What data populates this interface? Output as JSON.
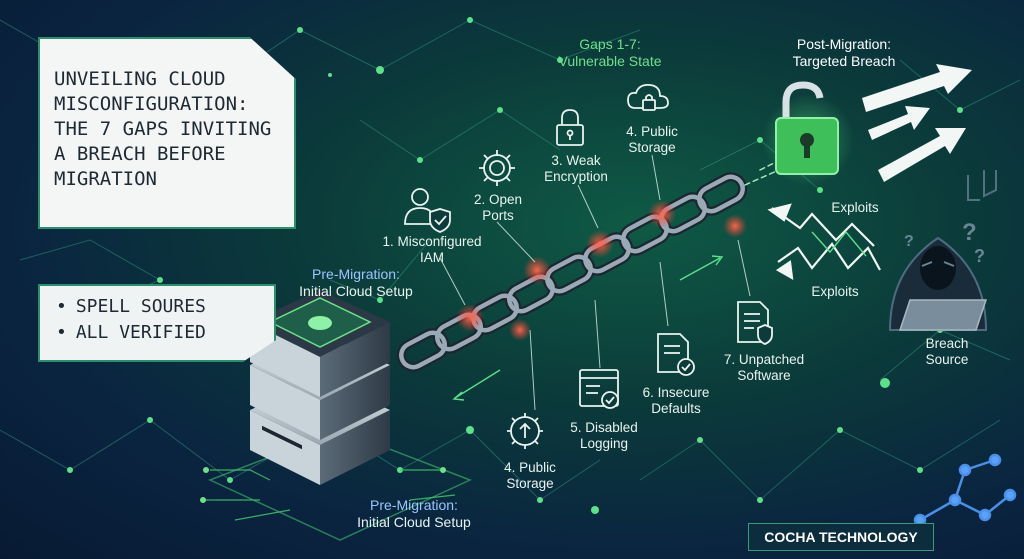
{
  "title_lines": [
    "UNVEILING CLOUD",
    "MISCONFIGURATION:",
    "THE 7 GAPS INVITING",
    "A BREACH BEFORE",
    "MIGRATION"
  ],
  "checklist": [
    "SPELL SOURES",
    "ALL VERIFIED"
  ],
  "gaps_header": {
    "line1": "Gaps 1-7:",
    "line2": "Vulnerable State"
  },
  "post_migration": {
    "line1": "Post-Migration:",
    "line2": "Targeted Breach"
  },
  "pre_migration_upper": {
    "line1": "Pre-Migration:",
    "line2": "Initial Cloud Setup"
  },
  "pre_migration_lower": {
    "line1": "Pre-Migration:",
    "line2": "Initial Cloud Setup"
  },
  "gaps": [
    {
      "line1": "1. Misconfigured",
      "line2": "IAM",
      "icon": "user-shield-icon"
    },
    {
      "line1": "2. Open",
      "line2": "Ports",
      "icon": "gear-icon"
    },
    {
      "line1": "3. Weak",
      "line2": "Encryption",
      "icon": "lock-icon"
    },
    {
      "line1": "4. Public",
      "line2": "Storage",
      "icon": "cloud-lock-icon"
    },
    {
      "line1": "4. Public",
      "line2": "Storage",
      "icon": "gear-upload-icon"
    },
    {
      "line1": "5. Disabled",
      "line2": "Logging",
      "icon": "window-check-icon"
    },
    {
      "line1": "6. Insecure",
      "line2": "Defaults",
      "icon": "document-check-icon"
    },
    {
      "line1": "7. Unpatched",
      "line2": "Software",
      "icon": "document-shield-icon"
    }
  ],
  "exploits_upper": "Exploits",
  "exploits_lower": "Exploits",
  "breach_source": {
    "line1": "Breach",
    "line2": "Source"
  },
  "brand": "COCHA TECHNOLOGY",
  "colors": {
    "accent_green": "#6ee08a",
    "accent_blue": "#9cc4ff",
    "background": "#0b2f3a",
    "spark": "#ff5a4a"
  }
}
